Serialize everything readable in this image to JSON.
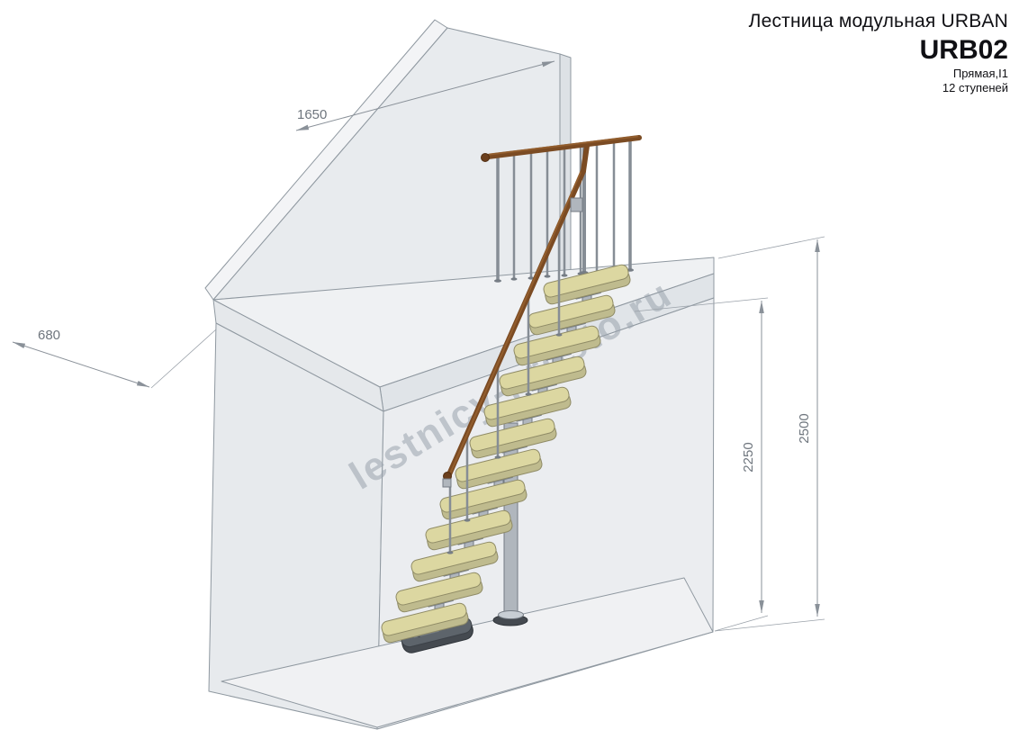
{
  "title_block": {
    "line1": "Лестница модульная URBAN",
    "model": "URB02",
    "type": "Прямая,I1",
    "steps": "12 ступеней"
  },
  "watermark": "lestnicy-prosto.ru",
  "dimensions": {
    "wall_width": "1650",
    "ledge_depth": "680",
    "total_height": "2500",
    "ceiling_height": "2250"
  },
  "stair": {
    "step_count": 12,
    "tread_color": "#dcd7a1",
    "handrail_color": "#7b4b23",
    "metal_color": "#b0b6bd"
  },
  "drawing_colors": {
    "wall_fill": "#e8ebee",
    "wall_top_fill": "#f3f4f6",
    "slab_fill": "#eff1f3",
    "floor_fill": "#f0f1f3",
    "edge_stroke": "#8f98a0",
    "dimension_line": "#8a9199",
    "dimension_text": "#6f767e",
    "watermark_color": "#9aa3ad"
  }
}
